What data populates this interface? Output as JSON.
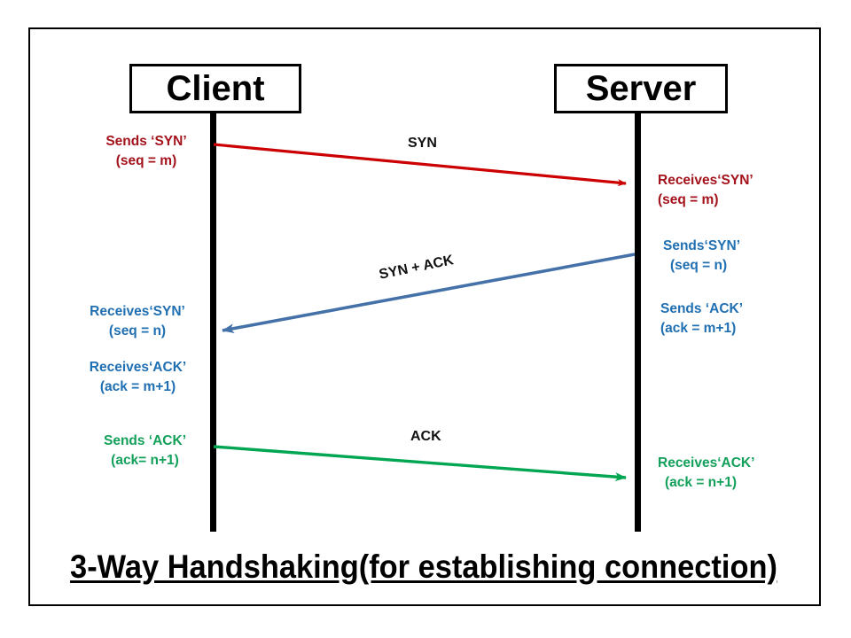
{
  "diagram": {
    "title": "3-Way Handshaking(for establishing connection)",
    "colors": {
      "red": "#A4121C",
      "blue": "#1F6FB2",
      "green": "#13A05A",
      "arrow_red": "#CC0000",
      "arrow_blue": "#4472A8",
      "arrow_green": "#00A651",
      "black": "#000000",
      "background": "#FFFFFF"
    },
    "nodes": [
      {
        "id": "client",
        "label": "Client"
      },
      {
        "id": "server",
        "label": "Server"
      }
    ],
    "messages": [
      {
        "id": "syn",
        "caption": "SYN",
        "color": "red",
        "direction": "client-to-server",
        "source_note": "Sends ‘SYN’\n(seq = m)",
        "source_note_line1": "Sends ‘SYN’",
        "source_note_line2": "(seq = m)",
        "target_note_line1": "Receives‘SYN’",
        "target_note_line2": "(seq = m)"
      },
      {
        "id": "syn-ack",
        "caption": "SYN + ACK",
        "color": "blue",
        "direction": "server-to-client",
        "source_note_line1": "Sends‘SYN’",
        "source_note_line2": "(seq = n)",
        "source_note2_line1": "Sends ‘ACK’",
        "source_note2_line2": "(ack = m+1)",
        "target_note_line1": "Receives‘SYN’",
        "target_note_line2": "(seq = n)",
        "target_note2_line1": "Receives‘ACK’",
        "target_note2_line2": "(ack = m+1)"
      },
      {
        "id": "ack",
        "caption": "ACK",
        "color": "green",
        "direction": "client-to-server",
        "source_note_line1": "Sends ‘ACK’",
        "source_note_line2": "(ack= n+1)",
        "target_note_line1": "Receives‘ACK’",
        "target_note_line2": "(ack = n+1)"
      }
    ]
  }
}
